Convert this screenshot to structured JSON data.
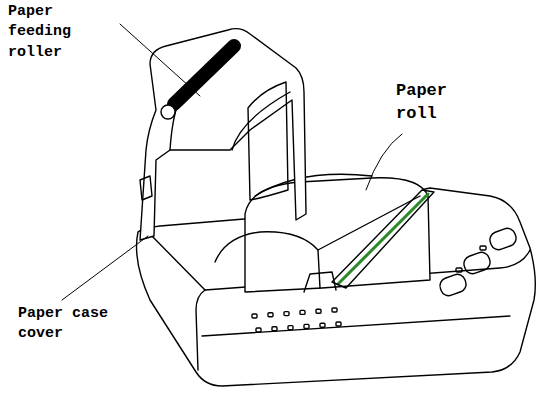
{
  "diagram": {
    "labels": [
      "Paper feeding roller",
      "Paper roll",
      "Paper case cover"
    ]
  }
}
